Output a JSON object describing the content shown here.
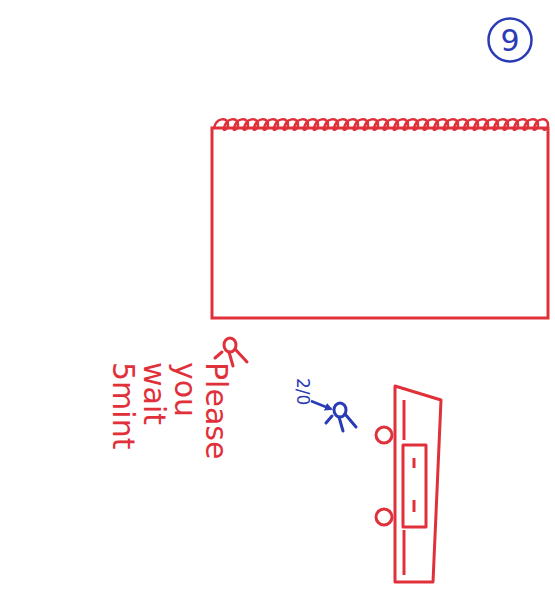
{
  "diagram": {
    "nodes": [
      {
        "text": [
          "9"
        ]
      }
    ],
    "labels": [
      "Please you wait 5mint",
      "2/0"
    ]
  }
}
